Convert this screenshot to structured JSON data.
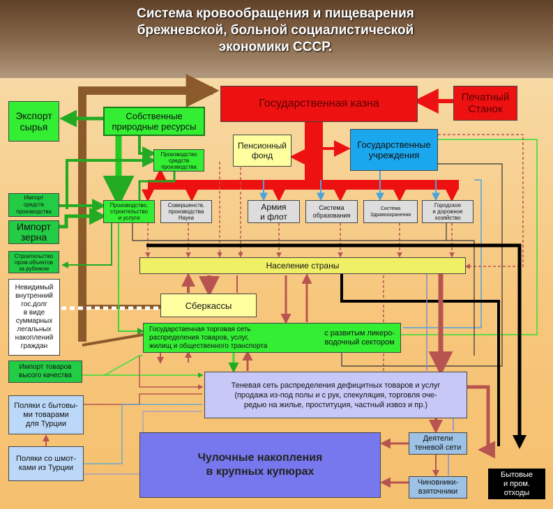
{
  "title": "Система кровообращения и пищеварения\nбрежневской, больной социалистической\nэкономики СССР.",
  "colors": {
    "header_bg": "#7a5a3e",
    "money_flow": "#ee1111",
    "resources_flow": "#22aa22",
    "goods_flow": "#b85450",
    "waste_flow": "#000000",
    "savings_flow": "#8b5a2b",
    "budget_flow": "#4aa3df"
  },
  "nodes": {
    "treasury": "Государственная казна",
    "printing_press": "Печатный\nСтанок",
    "export": "Экспорт\nсырья",
    "natural_resources": "Собственные\nприродные ресурсы",
    "means_of_production": "Производство\nсредств\nпроизводства",
    "pension_fund": "Пенсионный\nфонд",
    "state_institutions": "Государственные\nучреждения",
    "import_means": "Импорт\nсредств\nпроизводства",
    "import_grain": "Импорт\nзерна",
    "construction": "Производство,\nстроительство\nи услуги",
    "science": "Совершенств.\nпроизводства\nНаука",
    "army": "Армия\nи флот",
    "education": "Система\nобразования",
    "healthcare": "Система\nЗдравоохранения",
    "city_roads": "Городское\nи дорожное\nхозяйство",
    "construction_abroad": "Строительство\nпром.объектов\nза рубежом",
    "population": "Население страны",
    "invisible_debt": "Невидимый\nвнутренний\nгос.долг\nв виде\nсуммарных\nлегальных\nнакоплений\nграждан",
    "savings_bank": "Сберкассы",
    "state_trade_left": "Государственная торговая сеть\nраспределения товаров, услуг,\nжилищ и общественного транспорта",
    "state_trade_right": "с развитым ликеро-\nводочный сектором",
    "import_quality": "Импорт товаров\nвысого качества",
    "shadow_network": "Теневая сеть распределения дефицитных товаров и услуг\n(продажа из-под полы и с рук, спекуляция, торговля оче-\nредью на жилье, проституция, частный извоз и пр.)",
    "poles_turkey": "Поляки с бытовы-\nми товарами\nдля Турции",
    "poles_clothes": "Поляки со шмот-\nками из Турции",
    "stocking_savings": "Чулочные накопления\nв крупных купюрах",
    "shadow_dealers": "Деятели\nтеневой сети",
    "bribe_officials": "Чиновники-\nвзяточники",
    "waste": "Бытовые\nи пром.\nотходы"
  }
}
